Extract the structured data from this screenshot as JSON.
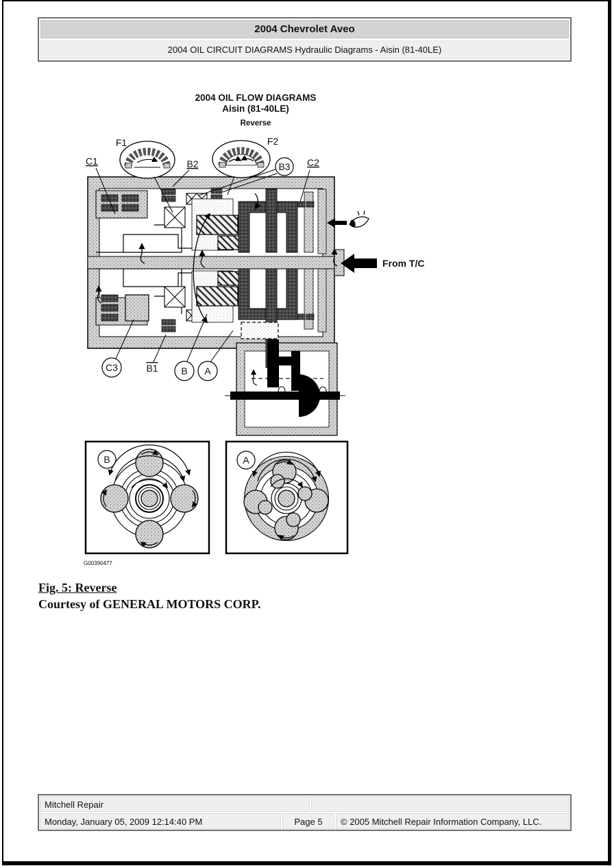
{
  "header": {
    "title": "2004 Chevrolet Aveo",
    "subtitle": "2004 OIL CIRCUIT DIAGRAMS Hydraulic Diagrams - Aisin (81-40LE)"
  },
  "figure": {
    "title_line1": "2004 OIL FLOW DIAGRAMS",
    "title_line2": "Aisin (81-40LE)",
    "title_line3": "Reverse",
    "graphic_id": "G00390477",
    "labels": {
      "f1": "F1",
      "f2": "F2",
      "c1": "C1",
      "b2": "B2",
      "b3": "B3",
      "c2": "C2",
      "c3": "C3",
      "b1": "B1",
      "b": "B",
      "a": "A",
      "detail_b": "B",
      "detail_a": "A",
      "from_tc": "From T/C"
    }
  },
  "caption": {
    "fig_label": "Fig. 5: Reverse",
    "courtesy": "Courtesy of GENERAL MOTORS CORP."
  },
  "footer": {
    "brand": "Mitchell Repair",
    "datetime": "Monday, January 05, 2009 12:14:40 PM",
    "page": "Page 5",
    "copyright": "© 2005 Mitchell Repair Information Company, LLC."
  },
  "colors": {
    "frame": "#000000",
    "header_row1_bg": "#d3d3d3",
    "header_row2_bg": "#f0efee",
    "footer_cell_bg": "#efefee",
    "stipple_light": "#d6d6d6",
    "stipple_dark": "#4a4a4a",
    "line": "#000000"
  }
}
